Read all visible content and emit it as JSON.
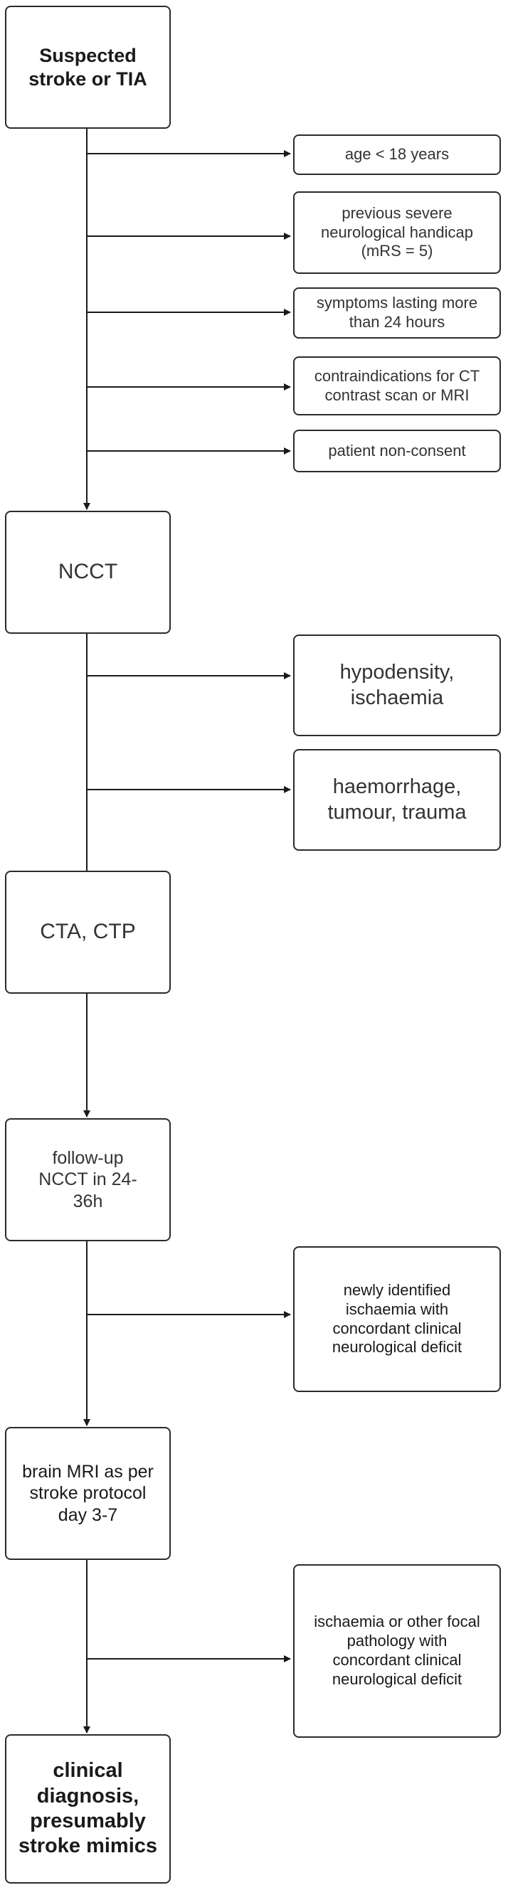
{
  "main_nodes": {
    "start": "Suspected stroke or TIA",
    "ncct": "NCCT",
    "cta_ctp": "CTA, CTP",
    "followup": "follow-up NCCT in 24-36h",
    "mri": "brain MRI as per stroke protocol day 3-7",
    "final": "clinical diagnosis, presumably stroke mimics"
  },
  "exclusions": [
    "age < 18 years",
    "previous severe neurological handicap (mRS = 5)",
    "symptoms lasting more than 24 hours",
    "contraindications for CT contrast scan or MRI",
    "patient non-consent"
  ],
  "ncct_findings": [
    "hypodensity, ischaemia",
    "haemorrhage, tumour, trauma"
  ],
  "followup_finding": "newly identified ischaemia with concordant clinical neurological deficit",
  "mri_finding": "ischaemia or other focal pathology with concordant clinical neurological deficit"
}
